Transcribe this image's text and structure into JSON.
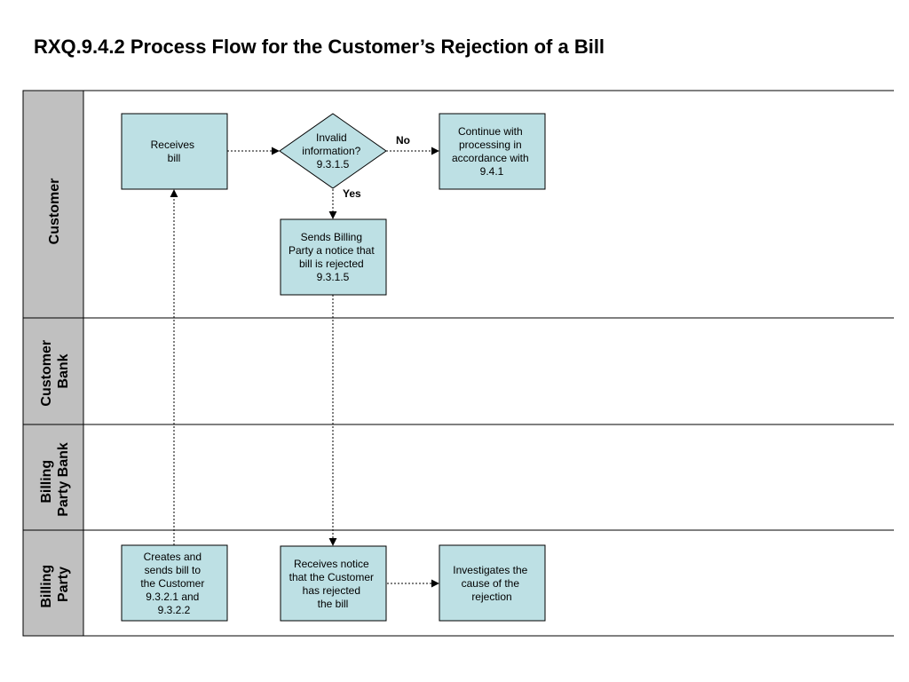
{
  "title": "RXQ.9.4.2 Process Flow for the Customer’s Rejection of a Bill",
  "colors": {
    "lane_header": "#c0c0c0",
    "node_fill": "#bde0e4",
    "line": "#000000"
  },
  "lanes": {
    "customer": [
      "Customer"
    ],
    "customer_bank": [
      "Customer",
      "Bank"
    ],
    "billing_party_bank": [
      "Billing",
      "Party Bank"
    ],
    "billing_party": [
      "Billing",
      "Party"
    ]
  },
  "nodes": {
    "receives_bill": [
      "Receives",
      "bill"
    ],
    "invalid_info": [
      "Invalid",
      "information?",
      "9.3.1.5"
    ],
    "continue_processing": [
      "Continue with",
      "processing in",
      "accordance with",
      "9.4.1"
    ],
    "sends_notice": [
      "Sends Billing",
      "Party a notice that",
      "bill is rejected",
      "9.3.1.5"
    ],
    "creates_bill": [
      "Creates and",
      "sends bill to",
      "the Customer",
      "9.3.2.1 and",
      "9.3.2.2"
    ],
    "receives_notice": [
      "Receives notice",
      "that the Customer",
      "has rejected",
      "the bill"
    ],
    "investigates": [
      "Investigates the",
      "cause of the",
      "rejection"
    ]
  },
  "edge_labels": {
    "no": "No",
    "yes": "Yes"
  }
}
